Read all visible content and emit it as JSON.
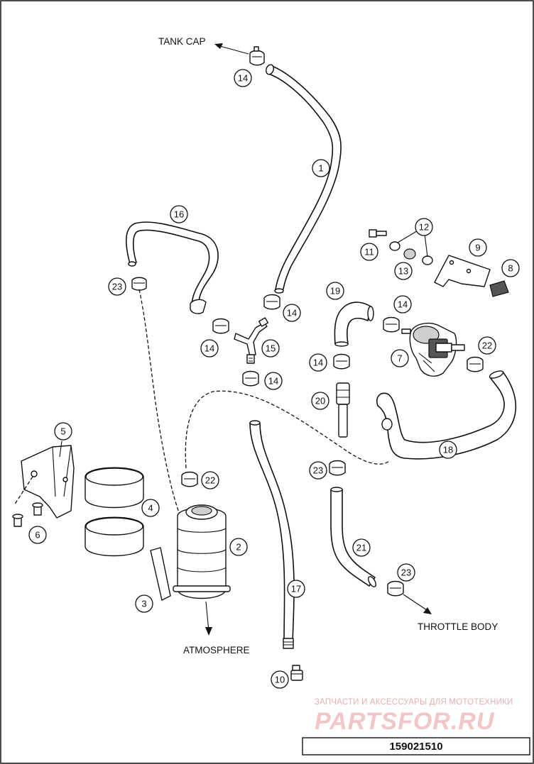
{
  "labels": {
    "tank_cap": "TANK CAP",
    "atmosphere": "ATMOSPHERE",
    "throttle_body": "THROTTLE BODY"
  },
  "callouts": [
    "1",
    "2",
    "3",
    "4",
    "5",
    "6",
    "7",
    "8",
    "9",
    "10",
    "11",
    "12",
    "13",
    "14",
    "15",
    "16",
    "17",
    "18",
    "19",
    "20",
    "21",
    "22",
    "23"
  ],
  "watermark": {
    "line1": "ЗАПЧАСТИ И АКСЕССУАРЫ ДЛЯ МОТОТЕХНИКИ",
    "line2": "PARTSFOR.RU"
  },
  "document_number": "159021510"
}
